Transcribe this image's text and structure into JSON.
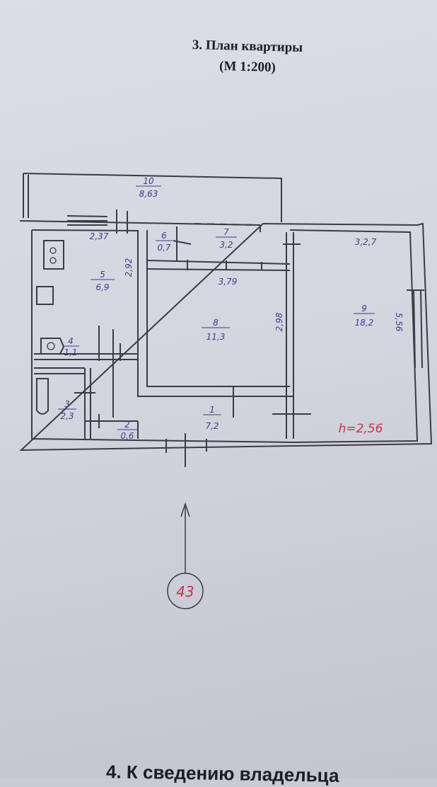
{
  "header": {
    "title": "3. План квартиры",
    "scale": "(М 1:200)"
  },
  "rooms": [
    {
      "num": "1",
      "area": "7,2"
    },
    {
      "num": "2",
      "area": "0,6"
    },
    {
      "num": "3",
      "area": "2,3"
    },
    {
      "num": "4",
      "area": "1,1"
    },
    {
      "num": "5",
      "area": "6,9"
    },
    {
      "num": "6",
      "area": "0,7"
    },
    {
      "num": "7",
      "area": "3,2"
    },
    {
      "num": "8",
      "area": "11,3"
    },
    {
      "num": "9",
      "area": "18,2"
    },
    {
      "num": "10",
      "area": "8,63"
    }
  ],
  "dimensions": {
    "kitchen_width": "2,37",
    "kitchen_length": "2,92",
    "room8_width": "3,79",
    "room8_length": "2,98",
    "room9_width": "3,2,7",
    "room9_length": "5,56"
  },
  "ceiling_height": "h=2,56",
  "entrance_marker": "43",
  "footer": {
    "next_section": "4. К сведению владельца"
  }
}
